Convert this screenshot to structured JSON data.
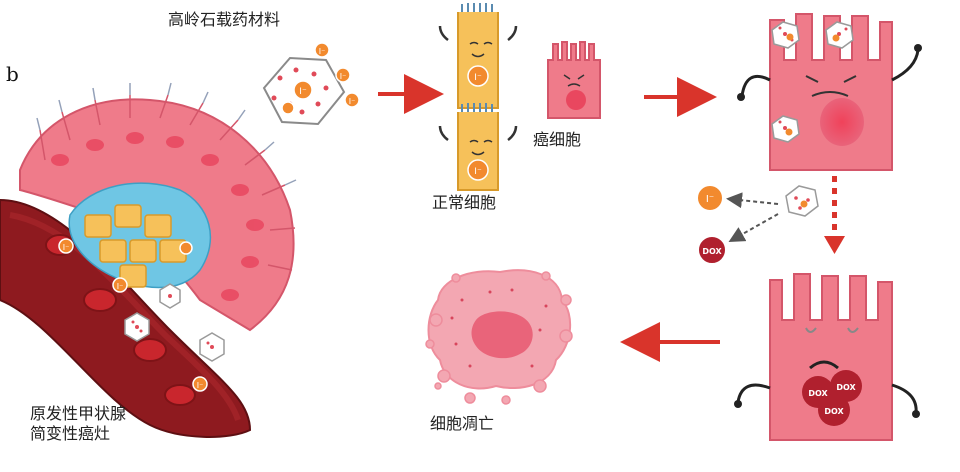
{
  "figure": {
    "panel_letter": "b",
    "labels": {
      "kaolin_carrier": "高岭石载药材料",
      "cancer_cell": "癌细胞",
      "normal_cell": "正常细胞",
      "apoptosis": "细胞凋亡",
      "primary_line1": "原发性甲状腺",
      "primary_line2": "简变性癌灶"
    },
    "icon_text": {
      "iodide": "I⁻",
      "dox": "DOX"
    },
    "colors": {
      "cancer_pink": "#ef7b8a",
      "cancer_outline": "#d4566a",
      "normal_yellow": "#f6c15a",
      "iodide_orange": "#f28a2e",
      "dox_red": "#b0202e",
      "arrow_red": "#d9342b",
      "vessel_red": "#8e1a1f",
      "cyan": "#6fc6e4"
    }
  }
}
